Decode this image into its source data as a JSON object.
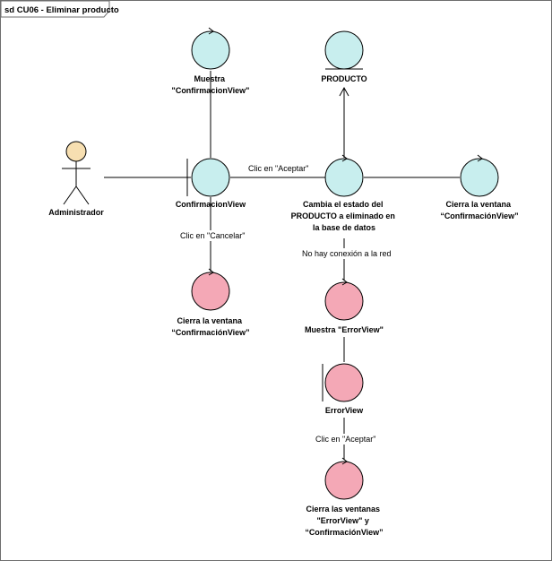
{
  "diagram": {
    "frame_title": "sd CU06 - Eliminar producto",
    "colors": {
      "control_fill": "#c8eeee",
      "error_fill": "#f4a8b6",
      "actor_head": "#f7dfb1",
      "stroke": "#000000",
      "frame": "#6e6e6e"
    },
    "nodes": {
      "actor": {
        "label": "Administrador",
        "shape": "actor-icon"
      },
      "muestra_conf": {
        "label_lines": [
          "Muestra",
          "\"ConfirmacionView\""
        ],
        "shape": "control-icon"
      },
      "producto": {
        "label": "PRODUCTO",
        "shape": "entity-icon"
      },
      "confirmacion_view": {
        "label": "ConfirmacionView",
        "shape": "boundary-icon"
      },
      "cambia_estado": {
        "label_lines": [
          "Cambia el estado del",
          "PRODUCTO a eliminado en",
          "la base de datos"
        ],
        "shape": "control-icon"
      },
      "cierra_ventana_right": {
        "label_lines": [
          "Cierra la ventana",
          "“ConfirmaciónView”"
        ],
        "shape": "control-icon"
      },
      "cierra_ventana_left": {
        "label_lines": [
          "Cierra la ventana",
          "“ConfirmaciónView”"
        ],
        "shape": "control-icon"
      },
      "muestra_error": {
        "label": "Muestra \"ErrorView\"",
        "shape": "control-icon"
      },
      "error_view": {
        "label": "ErrorView",
        "shape": "boundary-icon"
      },
      "cierra_ventanas": {
        "label_lines": [
          "Cierra las ventanas",
          "\"ErrorView\" y",
          "“ConfirmaciónView”"
        ],
        "shape": "control-icon"
      }
    },
    "edges": {
      "clic_aceptar_1": "Clic en \"Aceptar\"",
      "clic_cancelar": "Clic en \"Cancelar\"",
      "no_conexion": "No hay conexión a la red",
      "clic_aceptar_2": "Clic en \"Aceptar\""
    }
  }
}
